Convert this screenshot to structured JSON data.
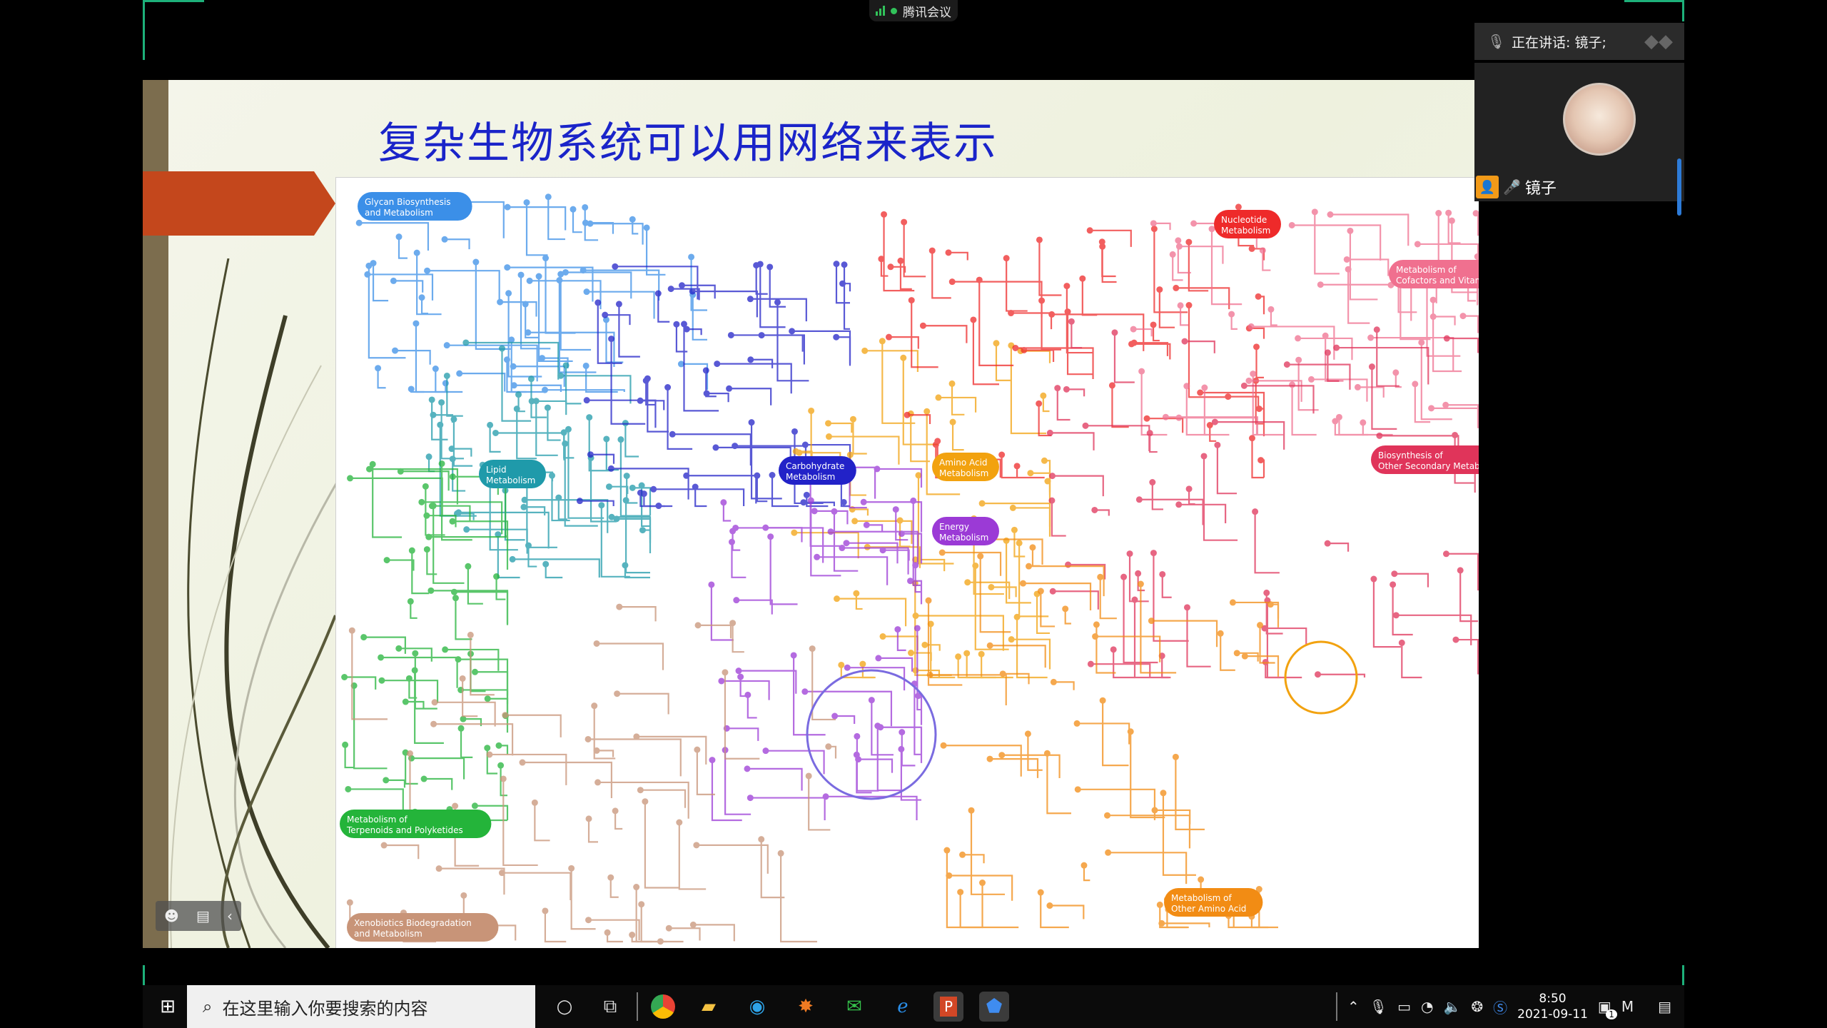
{
  "app": {
    "title": "腾讯会议"
  },
  "speaker": {
    "speaking_label": "正在讲话: 镜子;",
    "name": "镜子"
  },
  "slide": {
    "title": "复杂生物系统可以用网络来表示"
  },
  "map": {
    "modules": [
      {
        "label": "Glycan Biosynthesis\nand Metabolism",
        "color": "#3b8fe8"
      },
      {
        "label": "Lipid\nMetabolism",
        "color": "#1f9aaa"
      },
      {
        "label": "Carbohydrate\nMetabolism",
        "color": "#2222c8"
      },
      {
        "label": "Amino Acid\nMetabolism",
        "color": "#f2a20f"
      },
      {
        "label": "Energy\nMetabolism",
        "color": "#9b3ad6"
      },
      {
        "label": "Nucleotide\nMetabolism",
        "color": "#ee2a2a"
      },
      {
        "label": "Metabolism of\nCofactors and Vitamins",
        "color": "#f0708f"
      },
      {
        "label": "Biosynthesis of\nOther Secondary Metabolites",
        "color": "#e0345a"
      },
      {
        "label": "Metabolism of\nTerpenoids and Polyketides",
        "color": "#24b43a"
      },
      {
        "label": "Xenobiotics Biodegradation\nand Metabolism",
        "color": "#c89478"
      },
      {
        "label": "Metabolism of\nOther Amino Acid",
        "color": "#f28c14"
      }
    ]
  },
  "slideshow_controls": {
    "pen": "☻",
    "comment": "▤",
    "back": "‹"
  },
  "taskbar": {
    "search_placeholder": "在这里输入你要搜索的内容",
    "time": "8:50",
    "date": "2021-09-11",
    "notification_count": "1"
  }
}
